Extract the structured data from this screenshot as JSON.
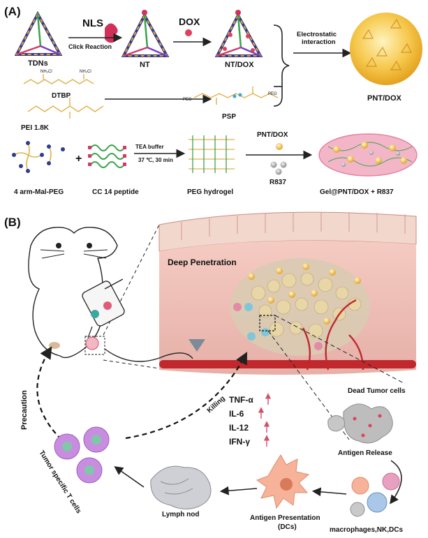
{
  "panel_a": {
    "label": "(A)",
    "tdns": "TDNs",
    "nls": "NLS",
    "click_reaction": "Click Reaction",
    "nt": "NT",
    "dox": "DOX",
    "nt_dox": "NT/DOX",
    "electrostatic_1": "Electrostatic",
    "electrostatic_2": "interaction",
    "pnt_dox": "PNT/DOX",
    "dtbp": "DTBP",
    "pei": "PEI 1.8K",
    "psp": "PSP",
    "mal_peg": "4 arm-Mal-PEG",
    "plus": "+",
    "cc14": "CC 14 peptide",
    "tea_buffer": "TEA buffer",
    "tea_cond": "37 ℃, 30 min",
    "peg_hydrogel": "PEG hydrogel",
    "pnt_dox_2": "PNT/DOX",
    "r837": "R837",
    "gel": "Gel@PNT/DOX + R837"
  },
  "panel_b": {
    "label": "(B)",
    "deep_penetration": "Deep Penetration",
    "dead_tumor_cells": "Dead Tumor cells",
    "killing": "Killing",
    "precaution": "Precaution",
    "cytokines": [
      "TNF-α",
      "IL-6",
      "IL-12",
      "IFN-γ"
    ],
    "antigen_release": "Antigen Release",
    "tumor_t_cells": "Tumor specific T cells",
    "lymph_nod": "Lymph nod",
    "antigen_presentation_1": "Antigen Presentation",
    "antigen_presentation_2": "(DCs)",
    "macrophages": "macrophages,NK,DCs"
  },
  "colors": {
    "arrow": "#222222",
    "dashed": "#111111",
    "pnt_sphere": "#f3c24a",
    "hydrogel": "#f0b7c9",
    "tissue": "#e8a9a0",
    "vessel": "#c0282e",
    "t_cell": "#c98de0",
    "dc": "#f6b39a",
    "cytokine_arrow": "#d0506a"
  }
}
